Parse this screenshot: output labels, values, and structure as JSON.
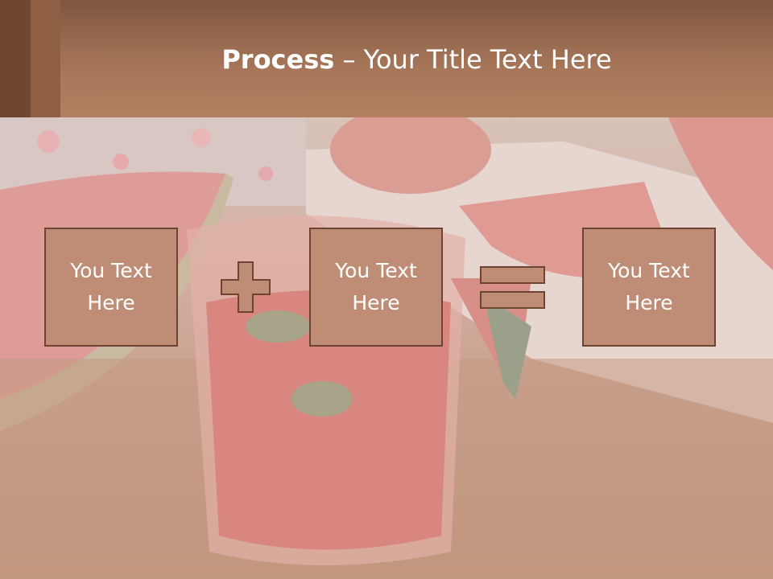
{
  "title": {
    "bold": "Process",
    "rest": " – Your Title Text Here"
  },
  "boxes": [
    {
      "text": "You Text Here"
    },
    {
      "text": "You Text Here"
    },
    {
      "text": "You Text Here"
    }
  ],
  "operators": [
    "plus-icon",
    "equals-icon"
  ],
  "colors": {
    "title_bar": "#a8775a",
    "box_fill": "#bf8d75",
    "box_border": "#6d4432",
    "operator_fill": "#bf8d75"
  }
}
